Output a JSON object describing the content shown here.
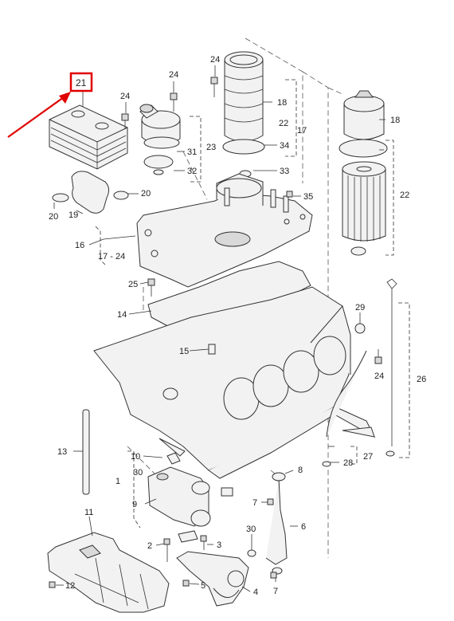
{
  "highlight": {
    "label": "21",
    "color": "#e00000"
  },
  "callouts": {
    "c24a": "24",
    "c24b": "24",
    "c24c": "24",
    "c24d": "24",
    "c18a": "18",
    "c18b": "18",
    "c22a": "22",
    "c22b": "22",
    "c17": "17",
    "c34": "34",
    "c33": "33",
    "c35": "35",
    "c31": "31",
    "c23": "23",
    "c32": "32",
    "c20a": "20",
    "c20b": "20",
    "c19": "19",
    "c16": "16",
    "c17_24": "17 - 24",
    "c25": "25",
    "c14": "14",
    "c15": "15",
    "c29": "29",
    "c26": "26",
    "c13": "13",
    "c10": "10",
    "c1": "1",
    "c30a": "30",
    "c30b": "30",
    "c9": "9",
    "c8": "8",
    "c28": "28",
    "c27": "27",
    "c7a": "7",
    "c7b": "7",
    "c6": "6",
    "c11": "11",
    "c2": "2",
    "c3": "3",
    "c12": "12",
    "c5": "5",
    "c4": "4"
  }
}
